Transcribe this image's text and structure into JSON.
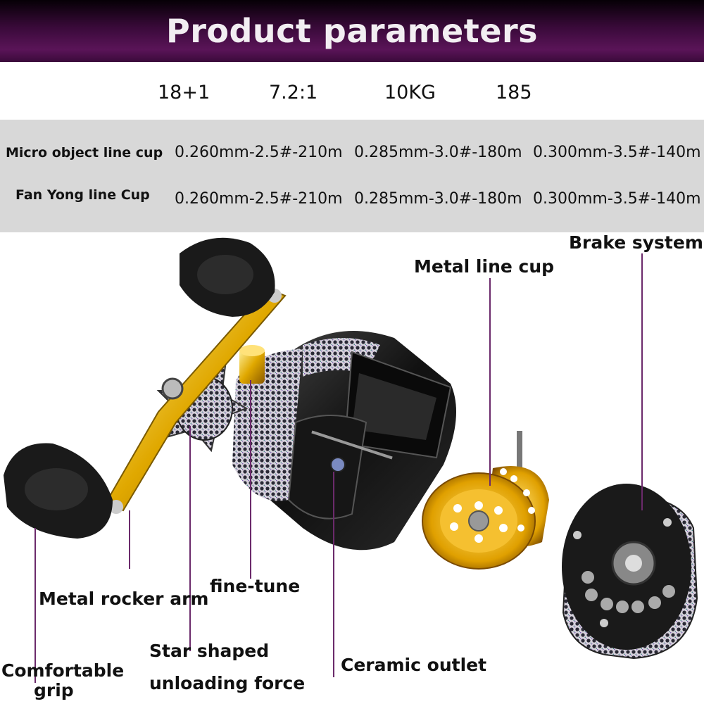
{
  "banner": {
    "title": "Product parameters"
  },
  "specs": [
    "18+1",
    "7.2:1",
    "10KG",
    "185"
  ],
  "line_table": {
    "rows": [
      {
        "label": "Micro object line cup",
        "values": [
          "0.260mm-2.5#-210m",
          "0.285mm-3.0#-180m",
          "0.300mm-3.5#-140m"
        ]
      },
      {
        "label": "Fan Yong line Cup",
        "values": [
          "0.260mm-2.5#-210m",
          "0.285mm-3.0#-180m",
          "0.300mm-3.5#-140m"
        ]
      }
    ]
  },
  "callouts": {
    "brake_system": "Brake system",
    "metal_line_cup": "Metal line cup",
    "fine_tune": "fine-tune",
    "metal_rocker_arm": "Metal rocker arm",
    "star_shaped_line1": "Star shaped",
    "star_shaped_line2": "unloading force",
    "ceramic_outlet": "Ceramic outlet",
    "comfortable_grip_line1": "Comfortable",
    "comfortable_grip_line2": "grip"
  },
  "colors": {
    "banner": "#3a0a3a",
    "leader_line": "#6b2a6b",
    "table_bg": "#d8d8d8",
    "gold": "#e0a800"
  }
}
